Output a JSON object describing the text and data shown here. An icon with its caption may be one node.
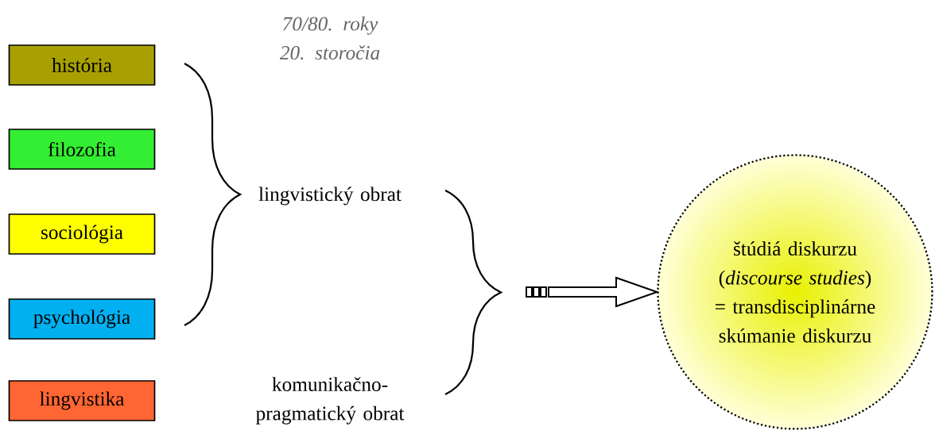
{
  "diagram": {
    "nodes": [
      {
        "text": [
          "história"
        ]
      },
      {
        "text": [
          "filozofia"
        ]
      },
      {
        "text": [
          "sociológia"
        ]
      },
      {
        "text": [
          "psychológia"
        ]
      },
      {
        "text": [
          "lingvistika"
        ]
      },
      {
        "text": [
          "lingvistický obrat"
        ]
      },
      {
        "text": [
          "komunikačno-pragmatický obrat"
        ]
      },
      {
        "text": [
          "štúdiá diskurzu (*discourse studies*) = transdisciplinárne skúmanie diskurzu"
        ]
      }
    ],
    "edges": [
      {
        "from": null,
        "to": 7,
        "arrow": "to"
      }
    ],
    "labels": [
      "70/80. roky 20. storočia"
    ]
  }
}
